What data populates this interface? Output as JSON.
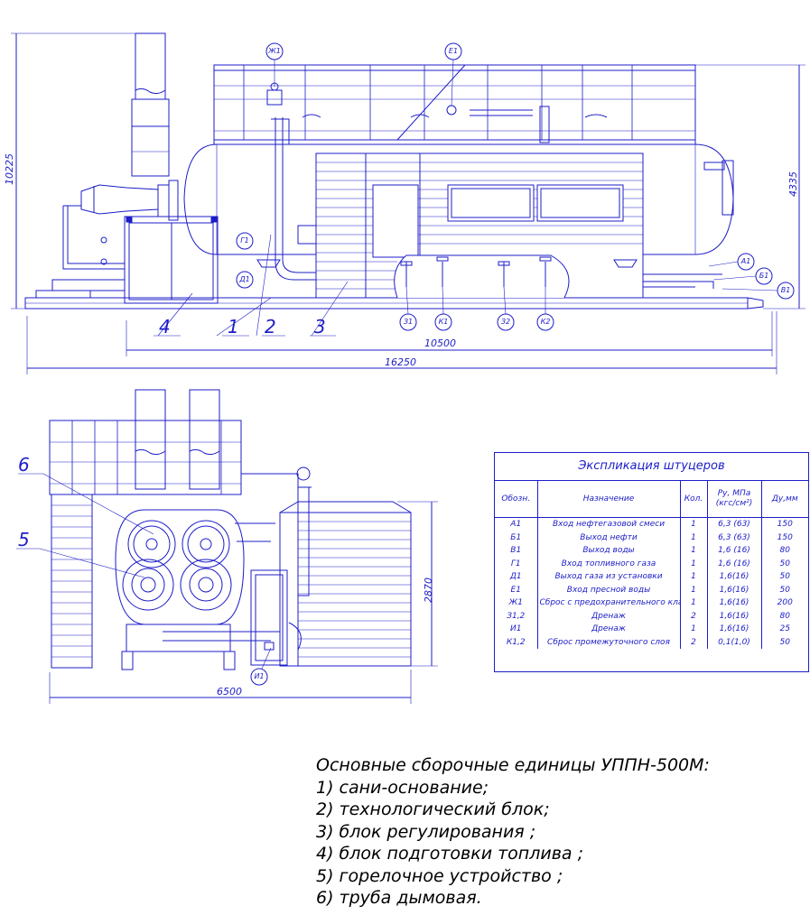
{
  "colors": {
    "line": "#1c1cc8",
    "text": "#000000",
    "background": "#ffffff"
  },
  "dimensions": {
    "overall_height": "10225",
    "vessel_height": "4335",
    "block_length": "10500",
    "overall_length": "16250",
    "side_width": "6500",
    "side_height": "2870"
  },
  "callouts": {
    "zh1": "Ж1",
    "e1": "Е1",
    "g1": "Г1",
    "d1": "Д1",
    "a1": "А1",
    "b1": "Б1",
    "v1": "В1",
    "z1": "З1",
    "k1": "К1",
    "z2": "З2",
    "k2": "К2",
    "i1": "И1"
  },
  "unit_numbers": {
    "u1": "1",
    "u2": "2",
    "u3": "3",
    "u4": "4",
    "u5": "5",
    "u6": "6"
  },
  "nozzle_table": {
    "title": "Экспликация штуцеров",
    "headers": [
      "Обозн.",
      "Назначение",
      "Кол.",
      "Ру, МПа (кгс/см²)",
      "Ду,мм"
    ],
    "rows": [
      [
        "А1",
        "Вход нефтегазовой смеси",
        "1",
        "6,3 (63)",
        "150"
      ],
      [
        "Б1",
        "Выход нефти",
        "1",
        "6,3 (63)",
        "150"
      ],
      [
        "В1",
        "Выход воды",
        "1",
        "1,6 (16)",
        "80"
      ],
      [
        "Г1",
        "Вход топливного газа",
        "1",
        "1,6 (16)",
        "50"
      ],
      [
        "Д1",
        "Выход газа из установки",
        "1",
        "1,6(16)",
        "50"
      ],
      [
        "Е1",
        "Вход пресной воды",
        "1",
        "1,6(16)",
        "50"
      ],
      [
        "Ж1",
        "Сброс с предохранительного клапана",
        "1",
        "1,6(16)",
        "200"
      ],
      [
        "З1,2",
        "Дренаж",
        "2",
        "1,6(16)",
        "80"
      ],
      [
        "И1",
        "Дренаж",
        "1",
        "1,6(16)",
        "25"
      ],
      [
        "К1,2",
        "Сброс промежуточного слоя",
        "2",
        "0,1(1,0)",
        "50"
      ]
    ]
  },
  "assembly_list": {
    "title": "Основные сборочные единицы УППН-500М:",
    "items": [
      "1) сани-основание;",
      "2) технологический блок;",
      "3) блок регулирования ;",
      "4) блок подготовки топлива ;",
      "5) горелочное устройство ;",
      "6) труба дымовая."
    ]
  }
}
